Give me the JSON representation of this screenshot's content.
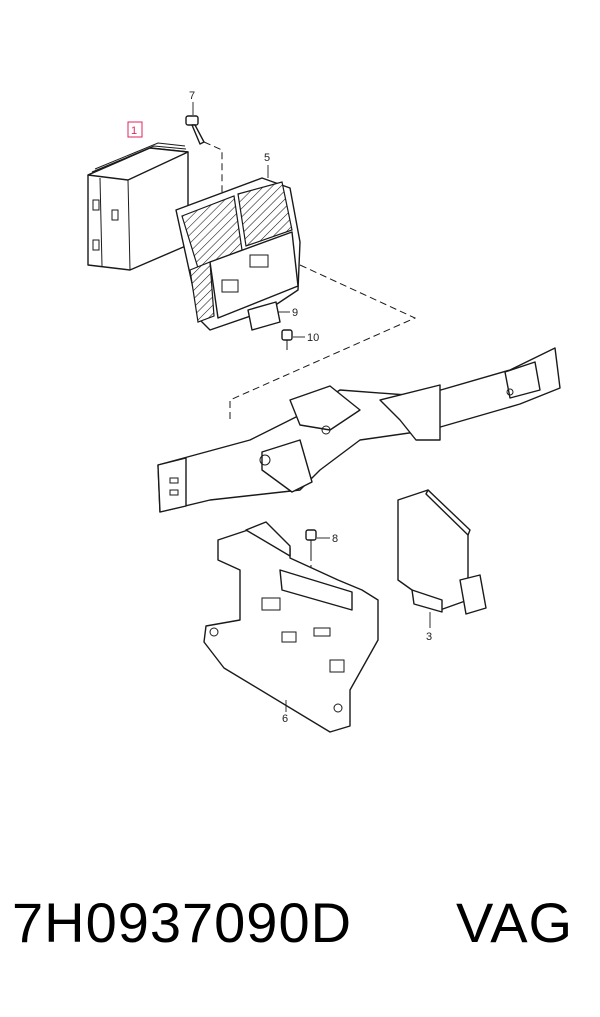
{
  "diagram": {
    "callouts": [
      {
        "id": "1",
        "label": "1",
        "highlighted": true,
        "highlight_color": "#e0245e"
      },
      {
        "id": "3",
        "label": "3"
      },
      {
        "id": "5",
        "label": "5"
      },
      {
        "id": "6",
        "label": "6"
      },
      {
        "id": "7",
        "label": "7"
      },
      {
        "id": "8",
        "label": "8"
      },
      {
        "id": "9",
        "label": "9"
      },
      {
        "id": "10",
        "label": "10"
      }
    ]
  },
  "footer": {
    "part_number": "7H0937090D",
    "brand": "VAG"
  }
}
